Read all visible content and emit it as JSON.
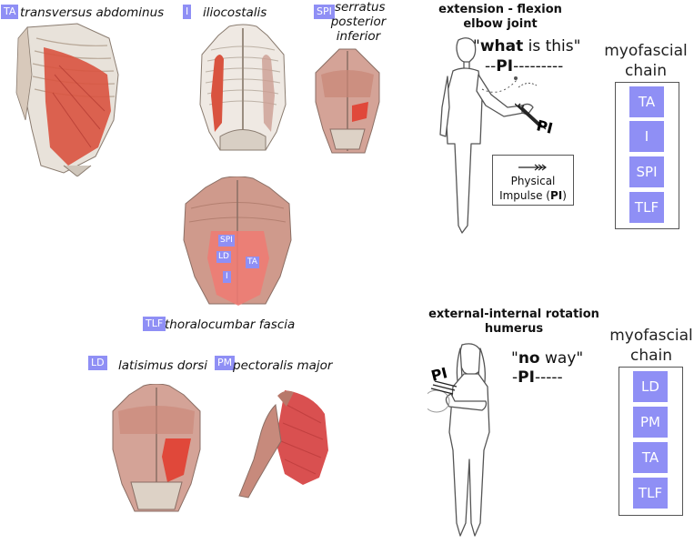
{
  "muscles": {
    "ta": {
      "tag": "TA",
      "name": "transversus abdominus"
    },
    "i": {
      "tag": "I",
      "name": "iliocostalis"
    },
    "spi": {
      "tag": "SPI",
      "name_line1": "serratus",
      "name_line2": "posterior",
      "name_line3": "inferior"
    },
    "tlf": {
      "tag": "TLF",
      "name": "thoralocumbar fascia"
    },
    "ld": {
      "tag": "LD",
      "name": "latisimus dorsi"
    },
    "pm": {
      "tag": "PM",
      "name": "pectoralis major"
    }
  },
  "center_labels": {
    "spi": "SPI",
    "ld": "LD",
    "ta": "TA",
    "i": "I"
  },
  "top_panel": {
    "title_line1": "extension - flexion",
    "title_line2": "elbow joint",
    "quote_bold": "what",
    "quote_rest": " is this\"",
    "quote_open": "\"",
    "pi_line_prefix": "--",
    "pi_line_bold": "PI",
    "pi_line_suffix": "---------",
    "arrow_label": "PI",
    "legend_line1": "Physical",
    "legend_line2_prefix": "Impulse (",
    "legend_line2_bold": "PI",
    "legend_line2_suffix": ")",
    "chain_title_line1": "myofascial",
    "chain_title_line2": "chain",
    "chain": [
      "TA",
      "I",
      "SPI",
      "TLF"
    ]
  },
  "bottom_panel": {
    "title_line1": "external-internal rotation",
    "title_line2": "humerus",
    "quote_open": "\"",
    "quote_bold": "no",
    "quote_rest": " way\"",
    "pi_line_prefix": "-",
    "pi_line_bold": "PI",
    "pi_line_suffix": "-----",
    "arrow_label": "PI",
    "chain_title_line1": "myofascial",
    "chain_title_line2": "chain",
    "chain": [
      "LD",
      "PM",
      "TA",
      "TLF"
    ]
  },
  "colors": {
    "tag_bg": "#8f8ff5",
    "muscle_red": "#e0483a",
    "muscle_pink": "#cf8a7e",
    "bone": "#e9e4dc"
  }
}
